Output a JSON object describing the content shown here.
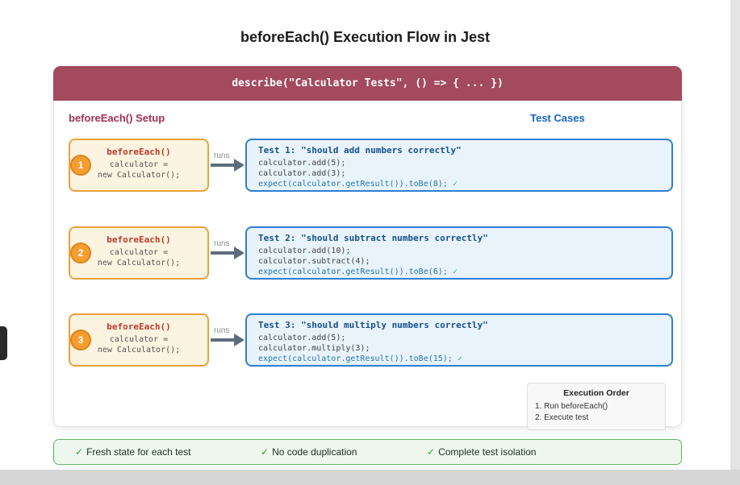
{
  "page": {
    "title": "beforeEach() Execution Flow in Jest"
  },
  "describe_header": {
    "text": "describe(\"Calculator Tests\", () => { ... })"
  },
  "columns": {
    "left_label": "beforeEach() Setup",
    "right_label": "Test Cases"
  },
  "rows": [
    {
      "number": "1",
      "arrow_label": "runs",
      "setup": {
        "title": "beforeEach()",
        "lines": [
          "calculator =",
          "new Calculator();"
        ]
      },
      "test": {
        "title": "Test 1: \"should add numbers correctly\"",
        "lines": [
          "calculator.add(5);",
          "calculator.add(3);"
        ],
        "expect": "expect(calculator.getResult()).toBe(8);",
        "check": "✓"
      }
    },
    {
      "number": "2",
      "arrow_label": "runs",
      "setup": {
        "title": "beforeEach()",
        "lines": [
          "calculator =",
          "new Calculator();"
        ]
      },
      "test": {
        "title": "Test 2: \"should subtract numbers correctly\"",
        "lines": [
          "calculator.add(10);",
          "calculator.subtract(4);"
        ],
        "expect": "expect(calculator.getResult()).toBe(6);",
        "check": "✓"
      }
    },
    {
      "number": "3",
      "arrow_label": "runs",
      "setup": {
        "title": "beforeEach()",
        "lines": [
          "calculator =",
          "new Calculator();"
        ]
      },
      "test": {
        "title": "Test 3: \"should multiply numbers correctly\"",
        "lines": [
          "calculator.add(5);",
          "calculator.multiply(3);"
        ],
        "expect": "expect(calculator.getResult()).toBe(15);",
        "check": "✓"
      }
    }
  ],
  "execution_order": {
    "title": "Execution Order",
    "steps": [
      "1. Run beforeEach()",
      "2. Execute test"
    ]
  },
  "footer": {
    "items": [
      {
        "check": "✓",
        "label": "Fresh state for each test"
      },
      {
        "check": "✓",
        "label": "No code duplication"
      },
      {
        "check": "✓",
        "label": "Complete test isolation"
      }
    ]
  },
  "colors": {
    "header_maroon": "#a34a5e",
    "setup_border_orange": "#e9a23b",
    "setup_fill": "#fcf3e1",
    "step_circle_orange": "#f59e2f",
    "test_border_blue": "#2d7fd3",
    "test_fill": "#e9f3fc",
    "test_title_blue": "#14508f",
    "expect_blue": "#2077b4",
    "check_green": "#27ae60",
    "footer_green_border": "#5cb660",
    "footer_green_fill": "#edf7ed"
  }
}
